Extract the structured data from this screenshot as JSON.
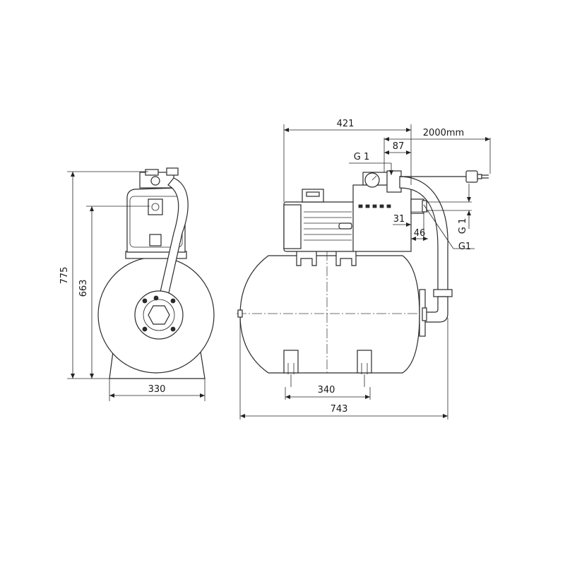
{
  "dimensions": {
    "front_height_total": "775",
    "front_height_outlet": "663",
    "front_width": "330",
    "side_pump_length": "421",
    "side_outlet_offset": "87",
    "side_cable_length": "2000mm",
    "thread_outlet_top": "G 1",
    "thread_inlet_side": "G 1",
    "thread_g1": "G1",
    "dim_31": "31",
    "dim_46": "46",
    "side_feet_spacing": "340",
    "side_total_length": "743"
  }
}
